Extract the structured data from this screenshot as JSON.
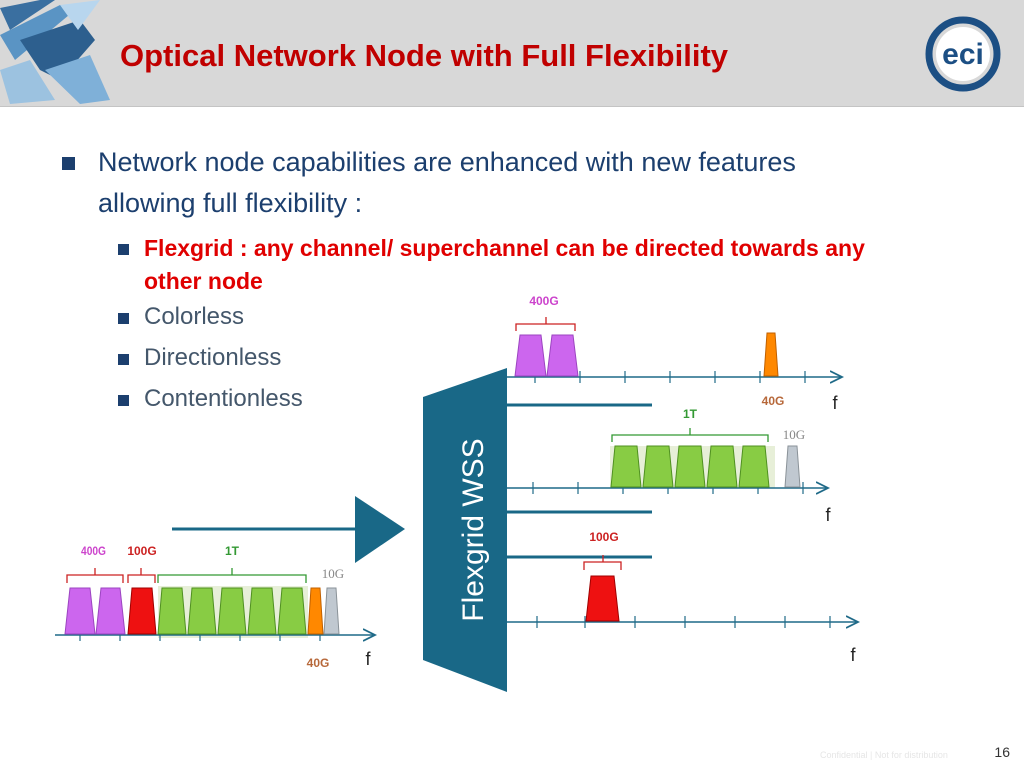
{
  "slide": {
    "title": "Optical Network Node with Full Flexibility",
    "page_number": "16",
    "footer_note": "Confidential | Not for distribution"
  },
  "logo": {
    "text": "eci"
  },
  "bullets": {
    "main": "Network node capabilities are enhanced with new features allowing full flexibility :",
    "sub": [
      {
        "text": "Flexgrid : any channel/ superchannel can be directed towards any other node",
        "emphasis": true
      },
      {
        "text": "Colorless",
        "emphasis": false
      },
      {
        "text": "Directionless",
        "emphasis": false
      },
      {
        "text": "Contentionless",
        "emphasis": false
      }
    ]
  },
  "diagram": {
    "wss_label": "Flexgrid WSS",
    "axis_label": "f",
    "colors": {
      "wss": "#196887",
      "purple": "#cc66ee",
      "red": "#ee1111",
      "green": "#88cc44",
      "orange": "#ff8800",
      "gray": "#c0c8d0",
      "axis": "#1f6a88",
      "label_red": "#cc2222",
      "label_green": "#339933",
      "label_brown": "#b7683a",
      "label_gray": "#888888"
    },
    "input_spectrum": {
      "labels": {
        "g400": "400G",
        "g100": "100G",
        "t1": "1T",
        "g10": "10G",
        "g40": "40G"
      }
    },
    "output_1": {
      "labels": {
        "g400": "400G",
        "g40": "40G"
      }
    },
    "output_2": {
      "labels": {
        "t1": "1T",
        "g10": "10G"
      }
    },
    "output_3": {
      "labels": {
        "g100": "100G"
      }
    }
  }
}
